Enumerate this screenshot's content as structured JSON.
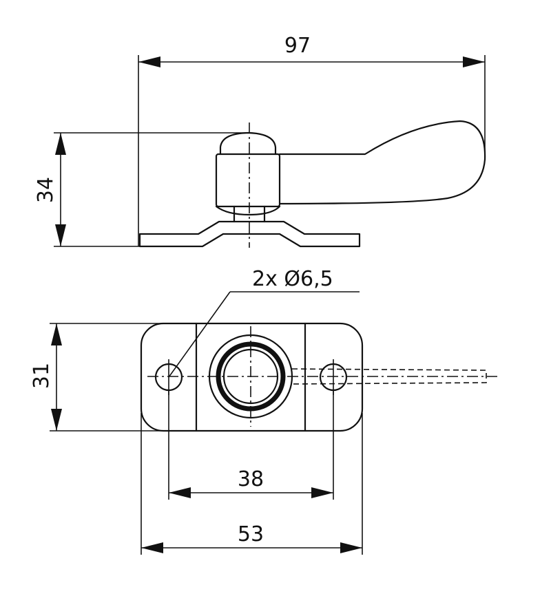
{
  "dimensions": {
    "overall_length": "97",
    "height": "34",
    "base_width": "31",
    "hole_note": "2x Ø6,5",
    "hole_spacing": "38",
    "base_length": "53"
  }
}
